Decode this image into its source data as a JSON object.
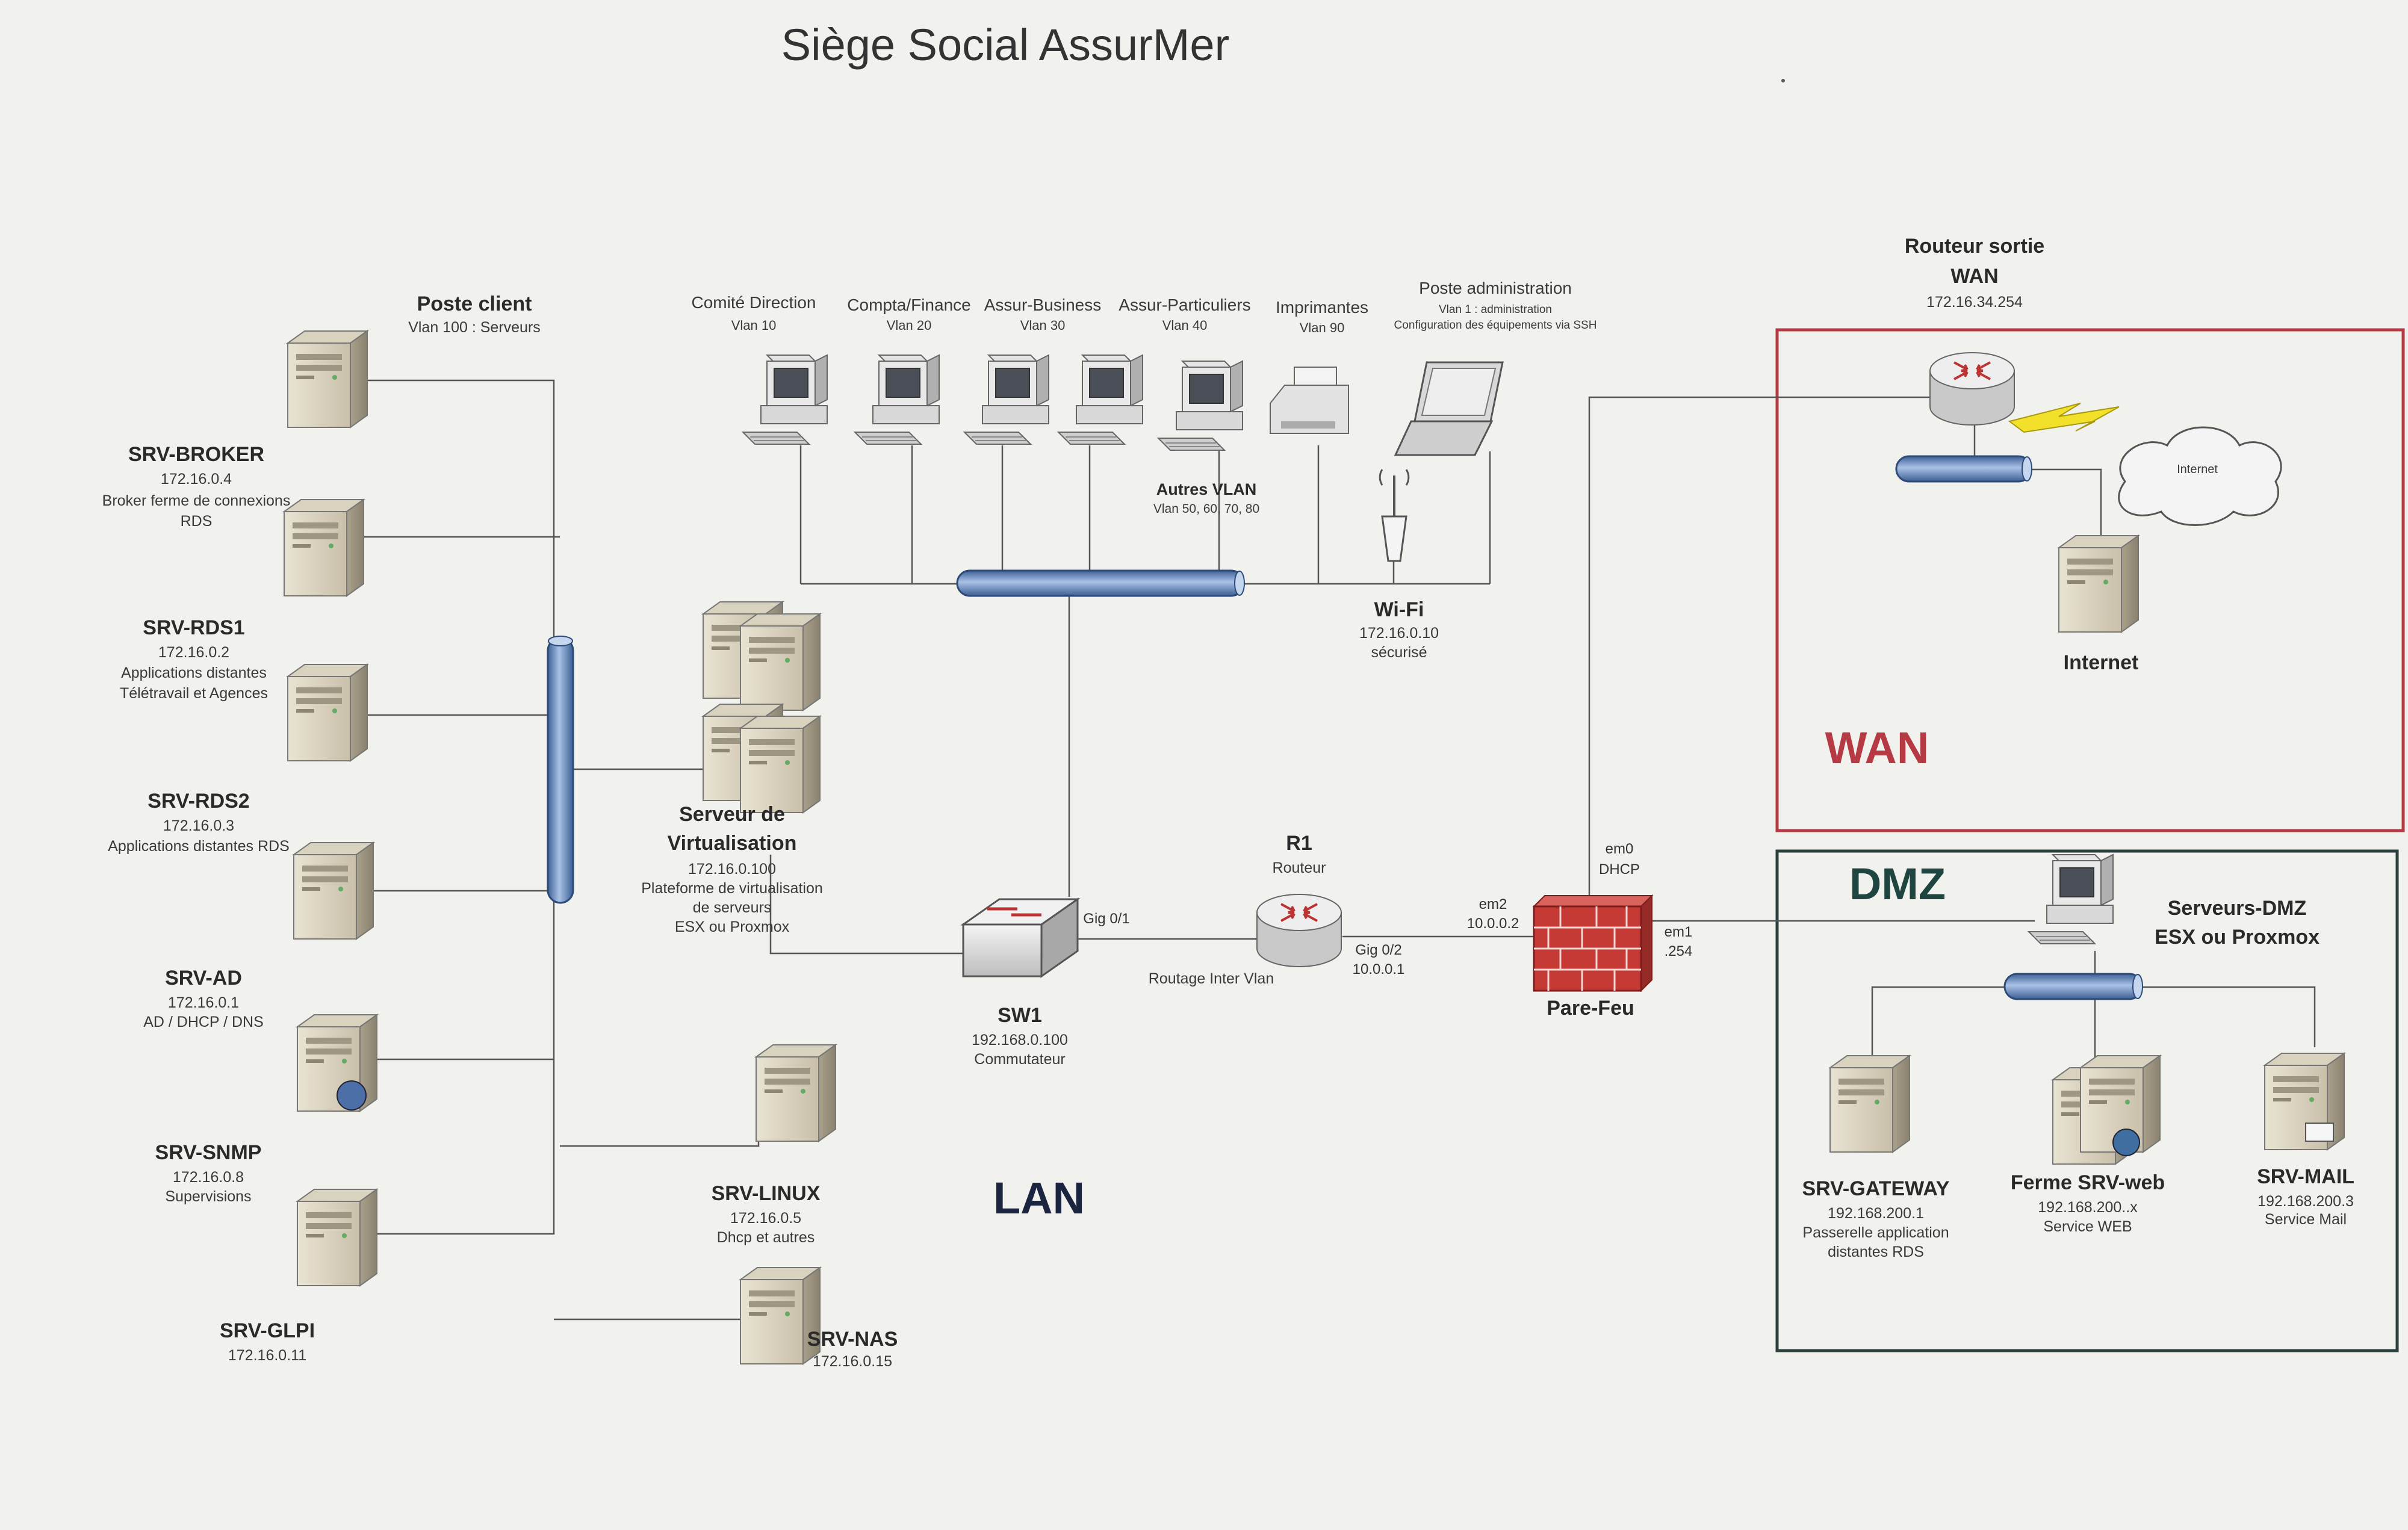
{
  "title": "Siège Social AssurMer",
  "zones": {
    "wan": "WAN",
    "dmz": "DMZ",
    "lan": "LAN"
  },
  "poste_client": {
    "name": "Poste client",
    "vlan": "Vlan 100 : Serveurs"
  },
  "servers_left": [
    {
      "name": "SRV-BROKER",
      "ip": "172.16.0.4",
      "desc1": "Broker ferme de connexions",
      "desc2": "RDS"
    },
    {
      "name": "SRV-RDS1",
      "ip": "172.16.0.2",
      "desc1": "Applications distantes",
      "desc2": "Télétravail et Agences"
    },
    {
      "name": "SRV-RDS2",
      "ip": "172.16.0.3",
      "desc1": "Applications distantes RDS"
    },
    {
      "name": "SRV-AD",
      "ip": "172.16.0.1",
      "desc1": "AD / DHCP / DNS"
    },
    {
      "name": "SRV-SNMP",
      "ip": "172.16.0.8",
      "desc1": "Supervisions"
    },
    {
      "name": "SRV-GLPI",
      "ip": "172.16.0.11"
    }
  ],
  "virtualisation": {
    "name1": "Serveur de",
    "name2": "Virtualisation",
    "ip": "172.16.0.100",
    "desc1": "Plateforme de virtualisation",
    "desc2": "de serveurs",
    "desc3": "ESX ou Proxmox"
  },
  "srv_linux": {
    "name": "SRV-LINUX",
    "ip": "172.16.0.5",
    "desc": "Dhcp et autres"
  },
  "srv_nas": {
    "name": "SRV-NAS",
    "ip": "172.16.0.15"
  },
  "vlans": [
    {
      "name": "Comité Direction",
      "vlan": "Vlan 10"
    },
    {
      "name": "Compta/Finance",
      "vlan": "Vlan 20"
    },
    {
      "name": "Assur-Business",
      "vlan": "Vlan 30"
    },
    {
      "name": "Assur-Particuliers",
      "vlan": "Vlan 40"
    },
    {
      "name": "Imprimantes",
      "vlan": "Vlan 90"
    }
  ],
  "poste_admin": {
    "name": "Poste administration",
    "vlan": "Vlan 1 : administration",
    "desc": "Configuration des équipements via SSH"
  },
  "autres_vlan": {
    "name": "Autres VLAN",
    "vlans": "Vlan 50, 60, 70, 80"
  },
  "wifi": {
    "name": "Wi-Fi",
    "ip": "172.16.0.10",
    "desc": "sécurisé"
  },
  "sw1": {
    "name": "SW1",
    "ip": "192.168.0.100",
    "desc": "Commutateur",
    "port": "Gig 0/1"
  },
  "r1": {
    "name": "R1",
    "desc": "Routeur",
    "routing": "Routage Inter Vlan",
    "port": "Gig 0/2",
    "port_ip": "10.0.0.1"
  },
  "firewall": {
    "name": "Pare-Feu",
    "em0": "em0",
    "em0_desc": "DHCP",
    "em1": "em1",
    "em1_ip": ".254",
    "em2": "em2",
    "em2_ip": "10.0.0.2"
  },
  "wan_router": {
    "name1": "Routeur sortie",
    "name2": "WAN",
    "ip": "172.16.34.254"
  },
  "internet": {
    "cloud_label": "Internet",
    "pc_label": "Internet"
  },
  "dmz": {
    "servers_label1": "Serveurs-DMZ",
    "servers_label2": "ESX ou Proxmox",
    "gateway": {
      "name": "SRV-GATEWAY",
      "ip": "192.168.200.1",
      "desc1": "Passerelle application",
      "desc2": "distantes RDS"
    },
    "web": {
      "name": "Ferme SRV-web",
      "ip": "192.168.200..x",
      "desc": "Service WEB"
    },
    "mail": {
      "name": "SRV-MAIL",
      "ip": "192.168.200.3",
      "desc": "Service Mail"
    }
  },
  "colors": {
    "wan_border": "#b53a44",
    "dmz_border": "#2b3f3c",
    "bus": "#6c8fc4",
    "firewall": "#c63a36"
  }
}
